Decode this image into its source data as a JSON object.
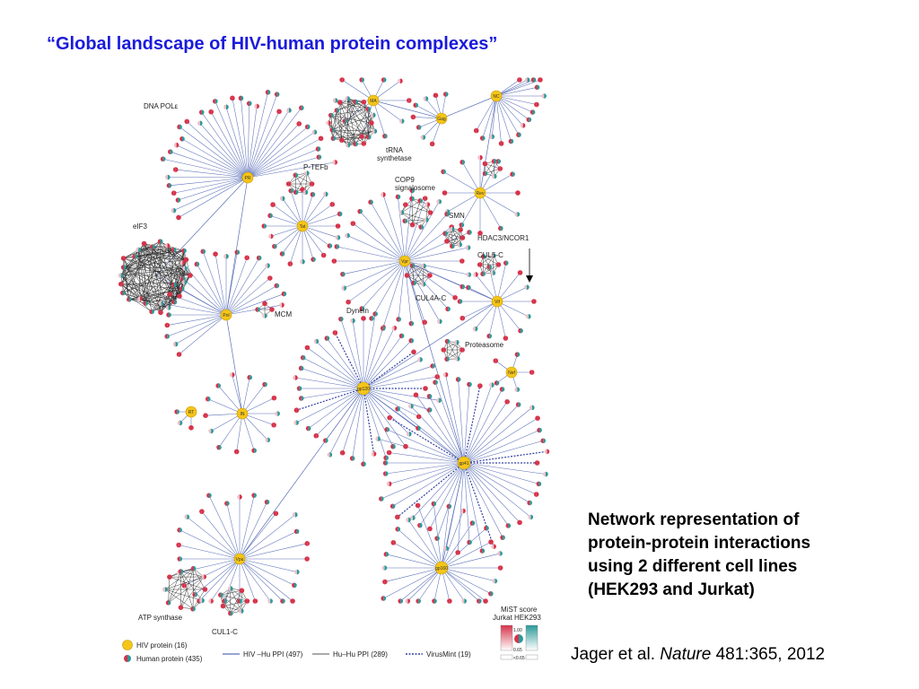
{
  "title": "“Global landscape of HIV-human protein complexes”",
  "caption": [
    "Network representation of",
    "protein-protein interactions",
    "using 2 different cell lines",
    "(HEK293 and Jurkat)"
  ],
  "citation": {
    "authors": "Jager et al.",
    "journal": "Nature",
    "ref": "481:365, 2012"
  },
  "colors": {
    "hiv_node": "#f5c518",
    "hiv_edge": "#5a6fb8",
    "human_red": "#d6334a",
    "human_teal": "#2a9a9a",
    "hu_hu_edge": "#222222",
    "virusmint_edge": "#3040a0"
  },
  "network": {
    "hubs": [
      {
        "id": "PR",
        "label": "PR"
      },
      {
        "id": "Pol",
        "label": "Pol"
      },
      {
        "id": "RT",
        "label": "RT"
      },
      {
        "id": "IN",
        "label": "IN"
      },
      {
        "id": "Vpu",
        "label": "Vpu"
      },
      {
        "id": "MA",
        "label": "MA"
      },
      {
        "id": "Gag",
        "label": "Gag"
      },
      {
        "id": "NC",
        "label": "NC"
      },
      {
        "id": "Tat",
        "label": "Tat"
      },
      {
        "id": "Rev",
        "label": "Rev"
      },
      {
        "id": "Vpr",
        "label": "Vpr"
      },
      {
        "id": "Vif",
        "label": "Vif"
      },
      {
        "id": "Nef",
        "label": "Nef"
      },
      {
        "id": "gp120",
        "label": "gp120"
      },
      {
        "id": "gp41",
        "label": "gp41"
      },
      {
        "id": "gp160",
        "label": "gp160"
      }
    ],
    "complexes": {
      "dna_pol": "DNA POLε",
      "eif3": "eIF3",
      "ptefb": "P-TEFb",
      "trna_1": "tRNA",
      "trna_2": "synthetase",
      "cop9_1": "COP9",
      "cop9_2": "signalosome",
      "smn": "SMN",
      "hdac3": "HDAC3/NCOR1",
      "cul5": "CUL5-C",
      "cul4a": "CUL4A-C",
      "dynein": "Dynein",
      "mcm": "MCM",
      "proteasome": "Proteasome",
      "atp": "ATP synthase",
      "cul1": "CUL1-C"
    },
    "legend": {
      "hiv_protein": "HIV protein (16)",
      "human_protein": "Human protein (435)",
      "hiv_hu_ppi": "HIV –Hu PPI (497)",
      "hu_hu_ppi": "Hu–Hu PPI (289)",
      "virusmint": "VirusMint (19)",
      "mist_title": "MiST score",
      "mist_cells": "Jurkat HEK293",
      "mist_high": "1.00",
      "mist_mid": "0.65",
      "mist_low": "<0.65"
    }
  }
}
